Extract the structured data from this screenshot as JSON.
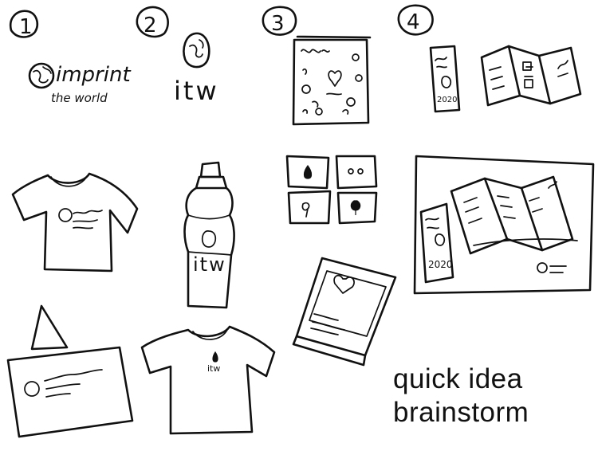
{
  "labels": {
    "num1": "1",
    "num2": "2",
    "num3": "3",
    "num4": "4"
  },
  "logo_full": {
    "word": "imprint",
    "sub": "the world"
  },
  "logo_short": "itw",
  "bottle_text": "itw",
  "shirt_small_text": "itw",
  "poster_year": "2020",
  "panel_year": "2020",
  "caption": {
    "line1": "quick idea",
    "line2": "brainstorm"
  }
}
